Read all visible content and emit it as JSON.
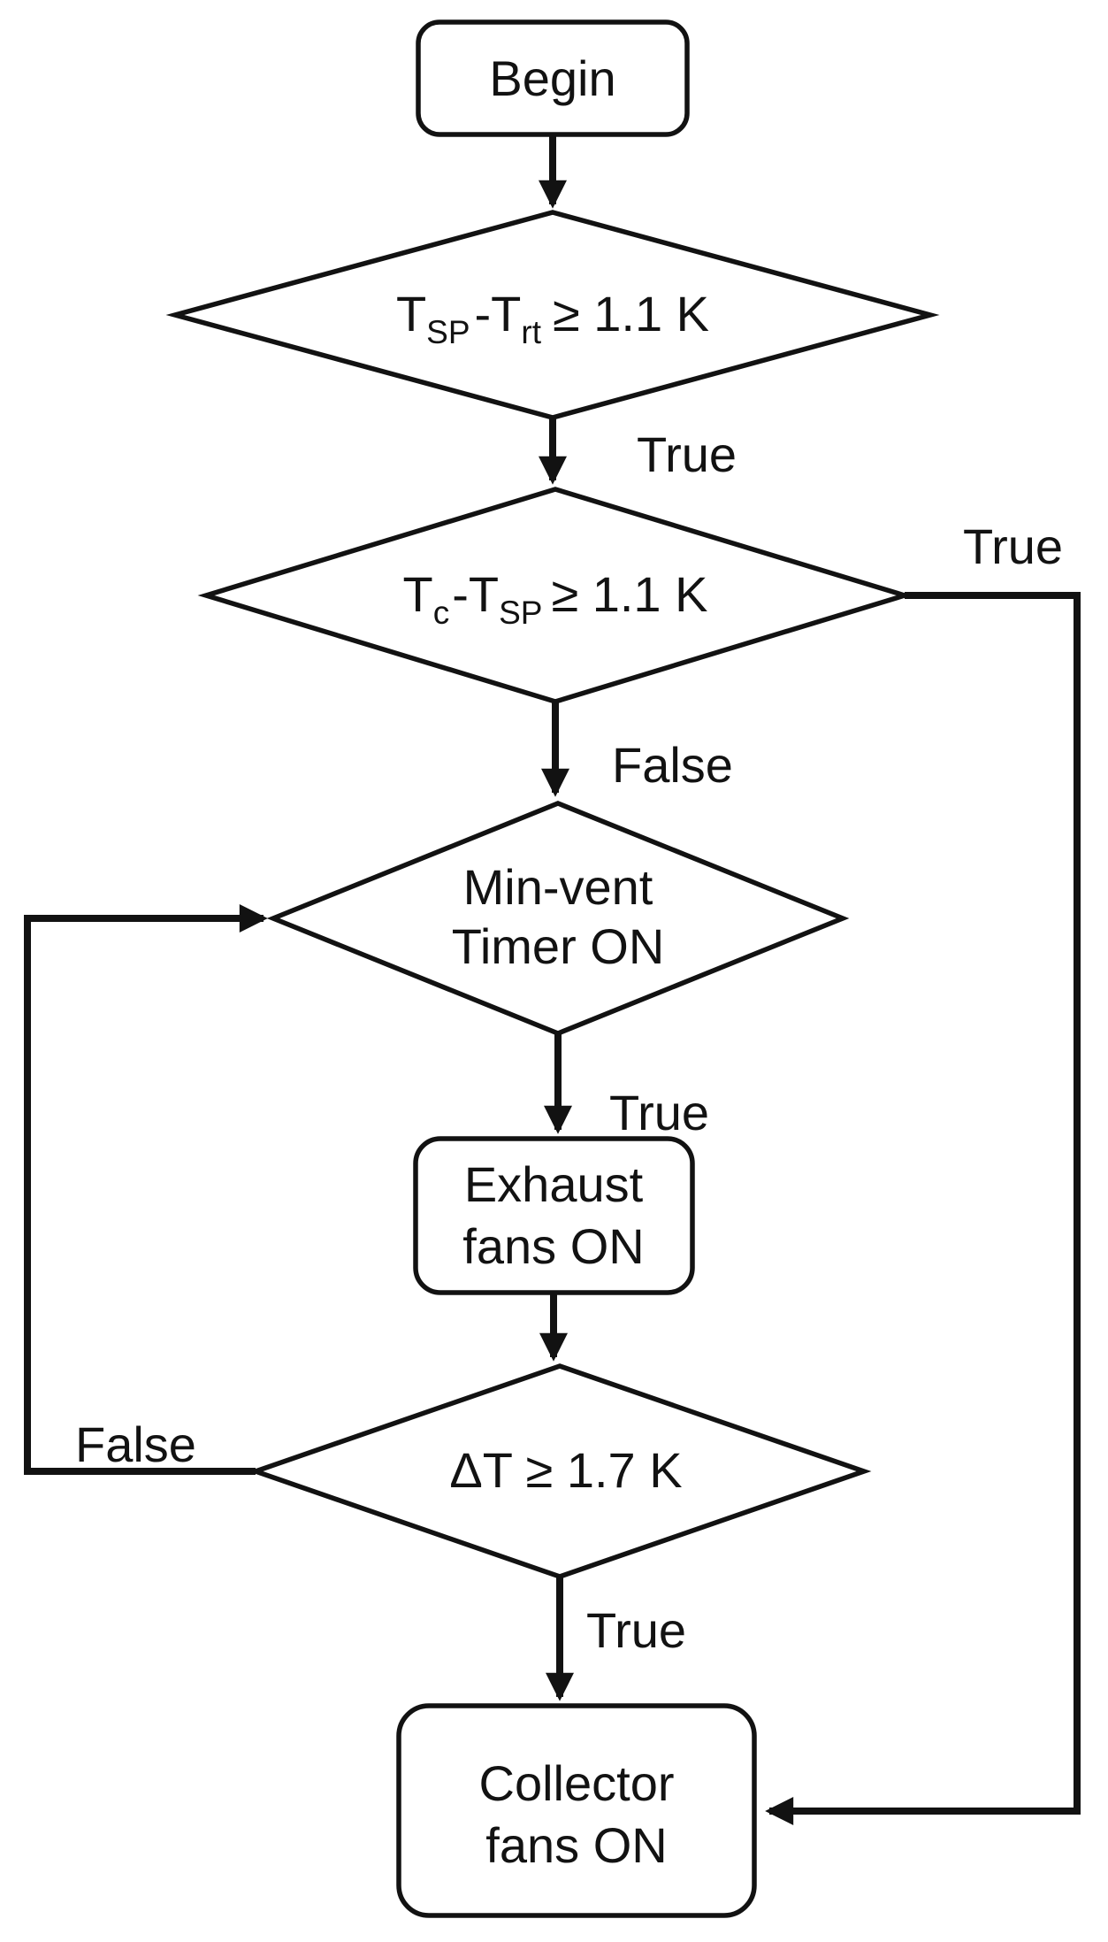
{
  "diagram": {
    "type": "flowchart",
    "colors": {
      "background": "#ffffff",
      "line": "#121212",
      "text": "#121212",
      "node_fill": "#ffffff"
    },
    "nodes": [
      {
        "id": "begin",
        "type": "terminator",
        "label": "Begin"
      },
      {
        "id": "decision-tsp-trt",
        "type": "decision",
        "formula": {
          "base1": "T",
          "sub1": "SP",
          "base2": "-T",
          "sub2": "rt",
          "tail": "≥ 1.1 K"
        }
      },
      {
        "id": "decision-tc-tsp",
        "type": "decision",
        "formula": {
          "base1": "T",
          "sub1": "c",
          "base2": "-T",
          "sub2": "SP",
          "tail": "≥ 1.1 K"
        }
      },
      {
        "id": "decision-min-vent",
        "type": "decision",
        "lines": [
          "Min-vent",
          "Timer ON"
        ]
      },
      {
        "id": "process-exhaust",
        "type": "process",
        "lines": [
          "Exhaust",
          "fans ON"
        ]
      },
      {
        "id": "decision-delta-t",
        "type": "decision",
        "label": "ΔT ≥ 1.7 K"
      },
      {
        "id": "process-collector",
        "type": "process",
        "lines": [
          "Collector",
          "fans ON"
        ]
      }
    ],
    "edges": [
      {
        "from": "begin",
        "to": "decision-tsp-trt",
        "label": ""
      },
      {
        "from": "decision-tsp-trt",
        "to": "decision-tc-tsp",
        "label": "True"
      },
      {
        "from": "decision-tc-tsp",
        "to": "process-collector",
        "label": "True"
      },
      {
        "from": "decision-tc-tsp",
        "to": "decision-min-vent",
        "label": "False"
      },
      {
        "from": "decision-min-vent",
        "to": "process-exhaust",
        "label": "True"
      },
      {
        "from": "process-exhaust",
        "to": "decision-delta-t",
        "label": ""
      },
      {
        "from": "decision-delta-t",
        "to": "decision-min-vent",
        "label": "False"
      },
      {
        "from": "decision-delta-t",
        "to": "process-collector",
        "label": "True"
      }
    ]
  }
}
